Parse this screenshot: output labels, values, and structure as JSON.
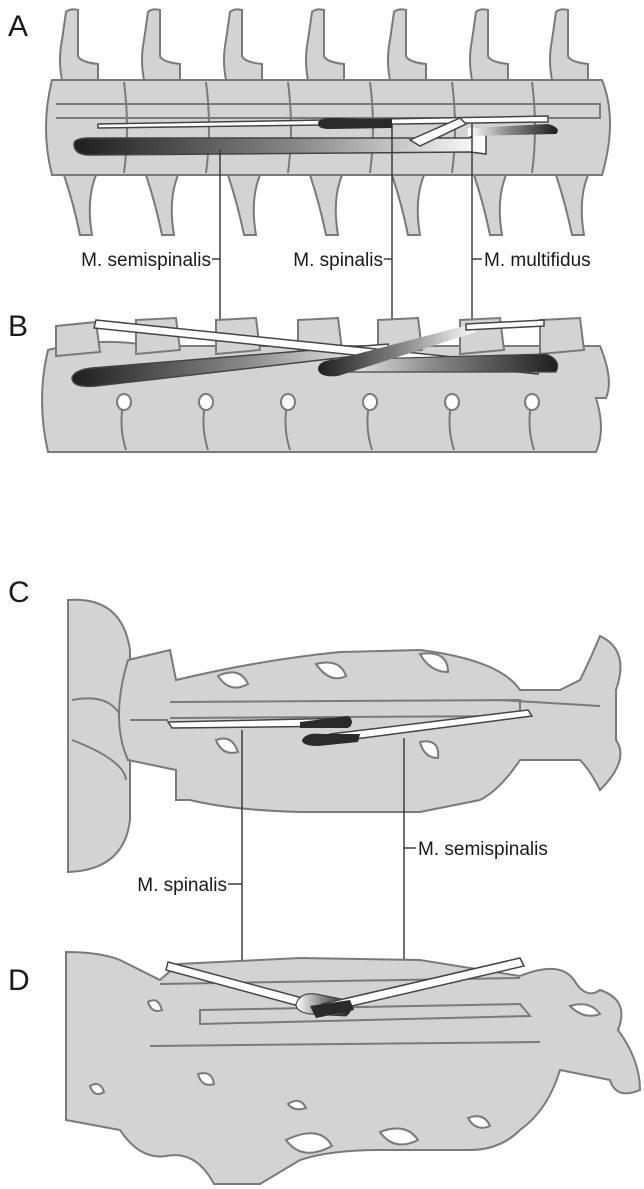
{
  "panels": {
    "a": "A",
    "b": "B",
    "c": "C",
    "d": "D"
  },
  "labels": {
    "top_semispinalis": "M. semispinalis",
    "top_spinalis": "M. spinalis",
    "top_multifidus": "M. multifidus",
    "bottom_semispinalis": "M. semispinalis",
    "bottom_spinalis": "M. spinalis"
  },
  "colors": {
    "bone": "#d3d3d3",
    "outline": "#7a7a7a",
    "muscle_dark": "#2a2a2a",
    "tendon": "#ffffff"
  }
}
